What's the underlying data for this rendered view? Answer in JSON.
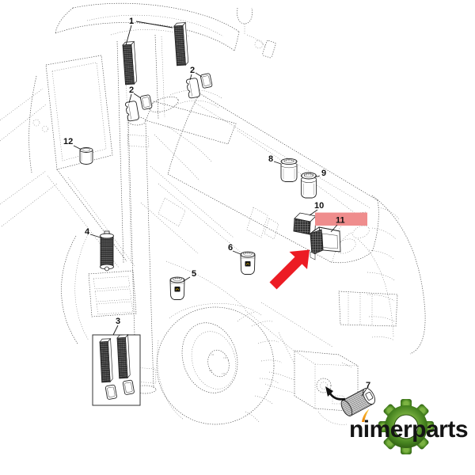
{
  "page": {
    "background": "#ffffff"
  },
  "brand": {
    "name": "nimerparts",
    "text_color": "#141414",
    "gear_green_light": "#7cb342",
    "gear_green": "#46831f",
    "gear_green_dark": "#2a5210",
    "accent_orange_light": "#ffd24d",
    "accent_orange": "#e87f00"
  },
  "highlight": {
    "selected_part": "11",
    "band_color": "#ef8d8d",
    "arrow_color": "#ec1c24"
  },
  "icons": {
    "gear-icon": "eight-tooth green gear behind brand name",
    "flame-accent-icon": "orange accent over letter i",
    "highlight-arrow-icon": "bold red arrow pointing to highlighted part",
    "part-arrow-icon": "curved black install-direction arrow for part 7"
  },
  "diagram": {
    "kind": "tractor-exploded-parts-diagram",
    "callouts": [
      {
        "label": "1"
      },
      {
        "label": "2"
      },
      {
        "label": "2"
      },
      {
        "label": "3"
      },
      {
        "label": "4"
      },
      {
        "label": "5"
      },
      {
        "label": "6"
      },
      {
        "label": "7"
      },
      {
        "label": "8"
      },
      {
        "label": "9"
      },
      {
        "label": "10"
      },
      {
        "label": "11"
      },
      {
        "label": "12"
      }
    ]
  }
}
